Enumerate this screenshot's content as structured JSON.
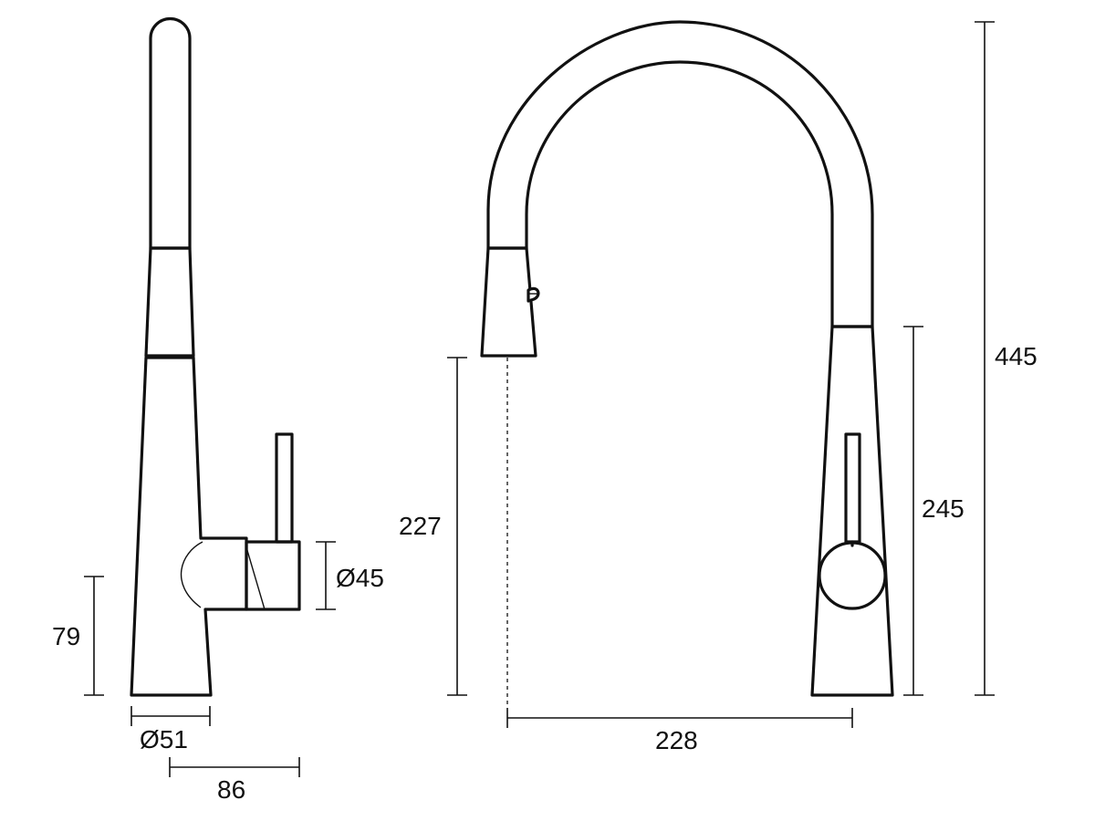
{
  "dimensions": {
    "side_view": {
      "base_height": "79",
      "base_diameter": "Ø51",
      "handle_diameter": "Ø45",
      "projection": "86"
    },
    "front_view": {
      "spout_clearance": "227",
      "body_height": "245",
      "overall_height": "445",
      "spout_reach": "228"
    }
  },
  "colors": {
    "line": "#111111",
    "background": "#ffffff"
  }
}
